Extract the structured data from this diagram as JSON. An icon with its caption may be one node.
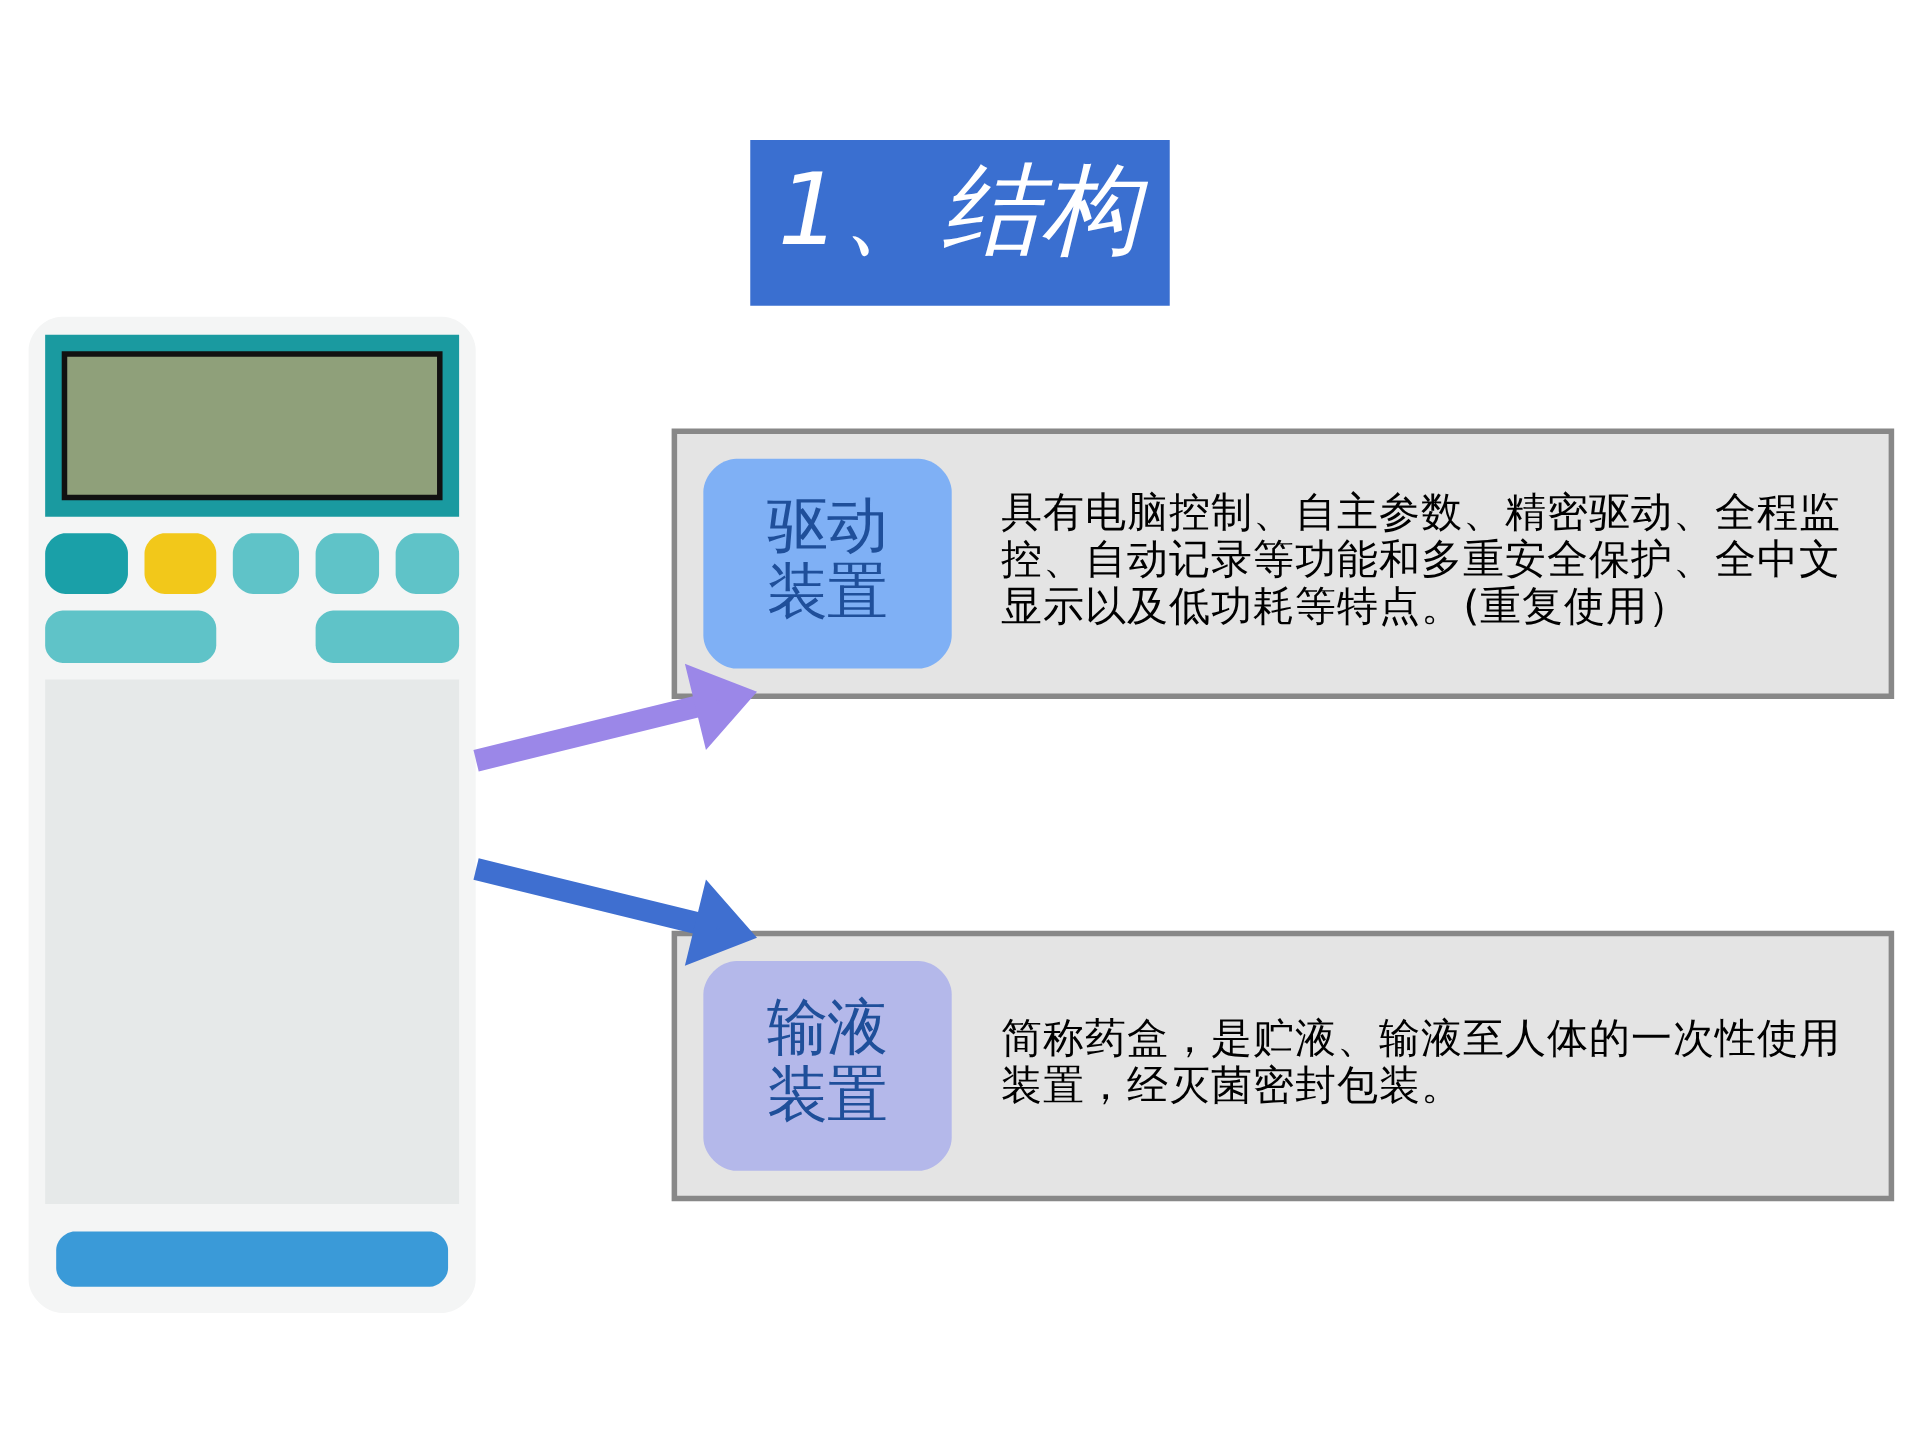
{
  "diagram": {
    "title": "1、结构",
    "nodes": [
      {
        "text": [],
        "shape": "picture"
      },
      {
        "text": [
          "驱动装置",
          "具有电脑控制、自主参数、精密驱动、全程监控、自动记录等功能和多重安全保护、全中文显示以及低功耗等特点。(重复使用）"
        ]
      },
      {
        "text": [
          "输液装置",
          "简称药盒，是贮液、输液至人体的一次性使用装置，经灭菌密封包装。"
        ]
      }
    ],
    "edges": [
      {
        "from": 0,
        "to": 1,
        "arrow": "to",
        "color": "#9b87e8"
      },
      {
        "from": 0,
        "to": 2,
        "arrow": "to",
        "color": "#3f6fd0"
      }
    ]
  }
}
